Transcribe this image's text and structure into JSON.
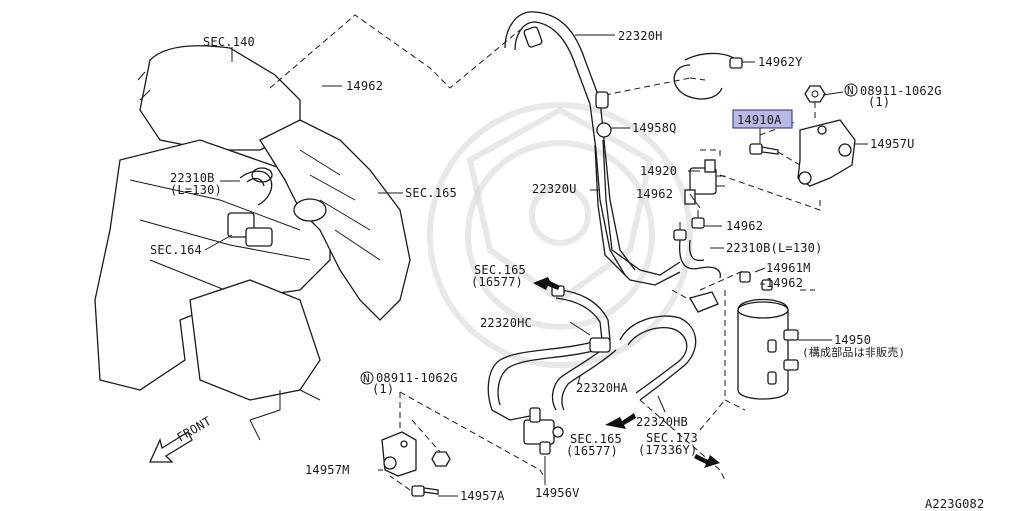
{
  "diagram": {
    "highlight_color": "#b9b9e6",
    "labels": {
      "sec140": "SEC.140",
      "p14962_top": "14962",
      "p22320H": "22320H",
      "p14962Y": "14962Y",
      "n08911_top": "08911-1062G",
      "n08911_top_qty": "(1)",
      "p14910A": "14910A",
      "p14957U": "14957U",
      "p14958Q": "14958Q",
      "p22310B_left": "22310B",
      "p22310B_left_len": "(L=130)",
      "sec165_top": "SEC.165",
      "p14920": "14920",
      "p22320U": "22320U",
      "p14962_mid1": "14962",
      "p14962_mid2": "14962",
      "sec164": "SEC.164",
      "p22310B_right": "22310B(L=130)",
      "p14961M": "14961M",
      "sec165_mid": "SEC.165",
      "sec165_mid_ref": "(16577)",
      "p14962_right": "14962",
      "p22320HC": "22320HC",
      "p14950": "14950",
      "p14950_note": "(構成部品は非販売)",
      "n08911_bottom": "08911-1062G",
      "n08911_bottom_qty": "(1)",
      "p22320HA": "22320HA",
      "front": "FRONT",
      "p22320HB": "22320HB",
      "sec165_bot": "SEC.165",
      "sec165_bot_ref": "(16577)",
      "sec173": "SEC.173",
      "sec173_ref": "(17336Y)",
      "p14957M": "14957M",
      "p14957A": "14957A",
      "p14956V": "14956V",
      "diagram_code": "A223G082"
    }
  }
}
